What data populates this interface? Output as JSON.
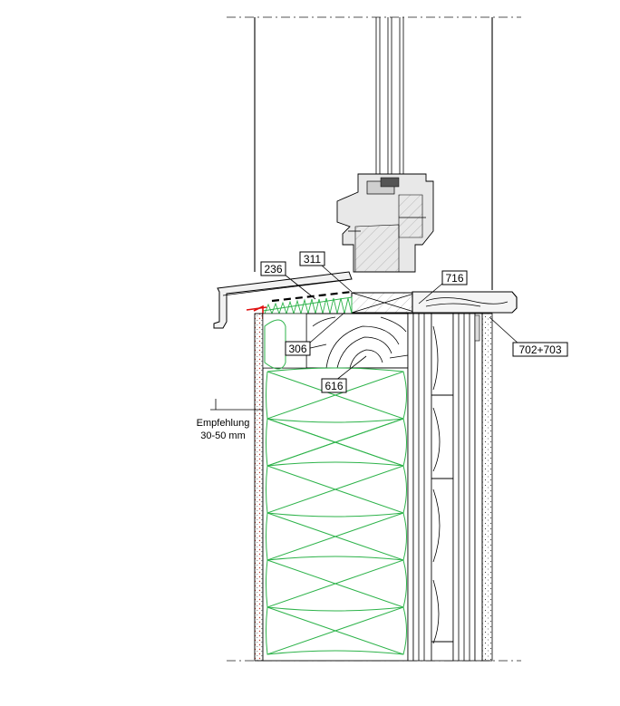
{
  "callouts": {
    "c236": "236",
    "c311": "311",
    "c306": "306",
    "c616": "616",
    "c716": "716",
    "c702": "702+703"
  },
  "note": {
    "line1": "Empfehlung",
    "line2": "30-50 mm"
  },
  "colors": {
    "insulation": "#2db34a",
    "seal": "#e01010",
    "line": "#000000",
    "hatch": "#d24a4a"
  }
}
